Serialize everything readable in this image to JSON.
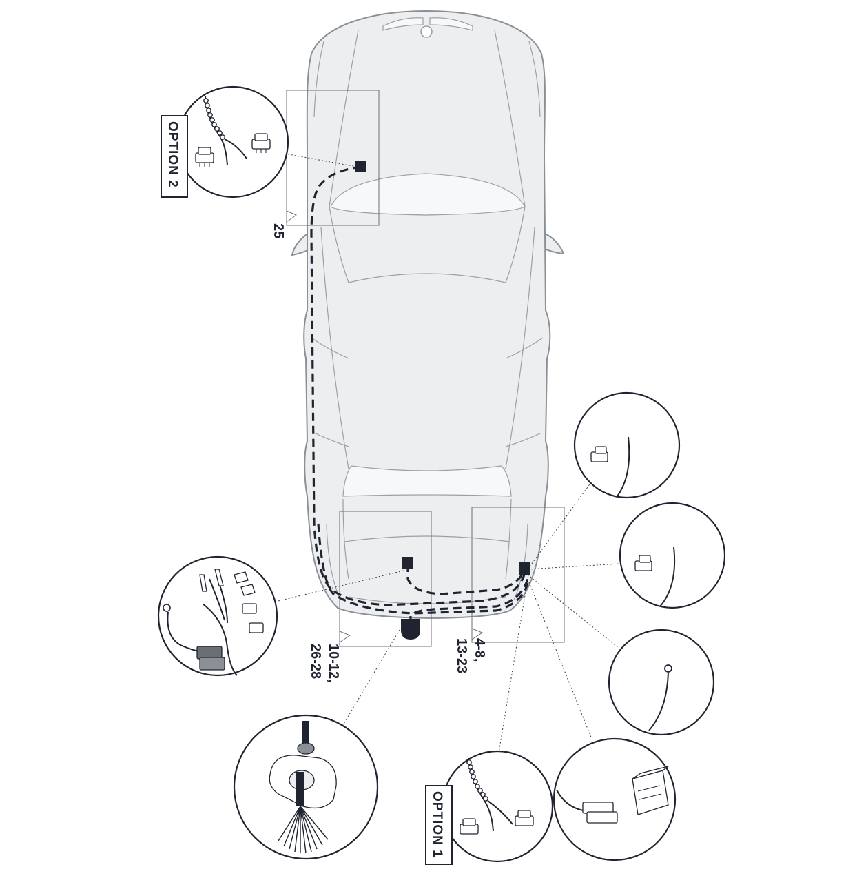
{
  "labels": {
    "option_2": "OPTION 2",
    "option_1": "OPTION 1",
    "part_25": "25",
    "parts_left_line1": "10-12,",
    "parts_left_line2": "26-28",
    "parts_right_line1": "4-8,",
    "parts_right_line2": "13-23"
  },
  "icons": {
    "car": "sedan-top-view-icon",
    "harness": "wiring-harness-icon",
    "socket": "towbar-socket-icon",
    "connector": "plug-connector-icon",
    "ring_terminal": "ground-ring-terminal-icon",
    "module": "electronic-module-icon",
    "fuse": "fuse-icon"
  },
  "colors": {
    "ink": "#1f2430",
    "car_body": "#eceef0",
    "car_outline": "#8b9096"
  }
}
